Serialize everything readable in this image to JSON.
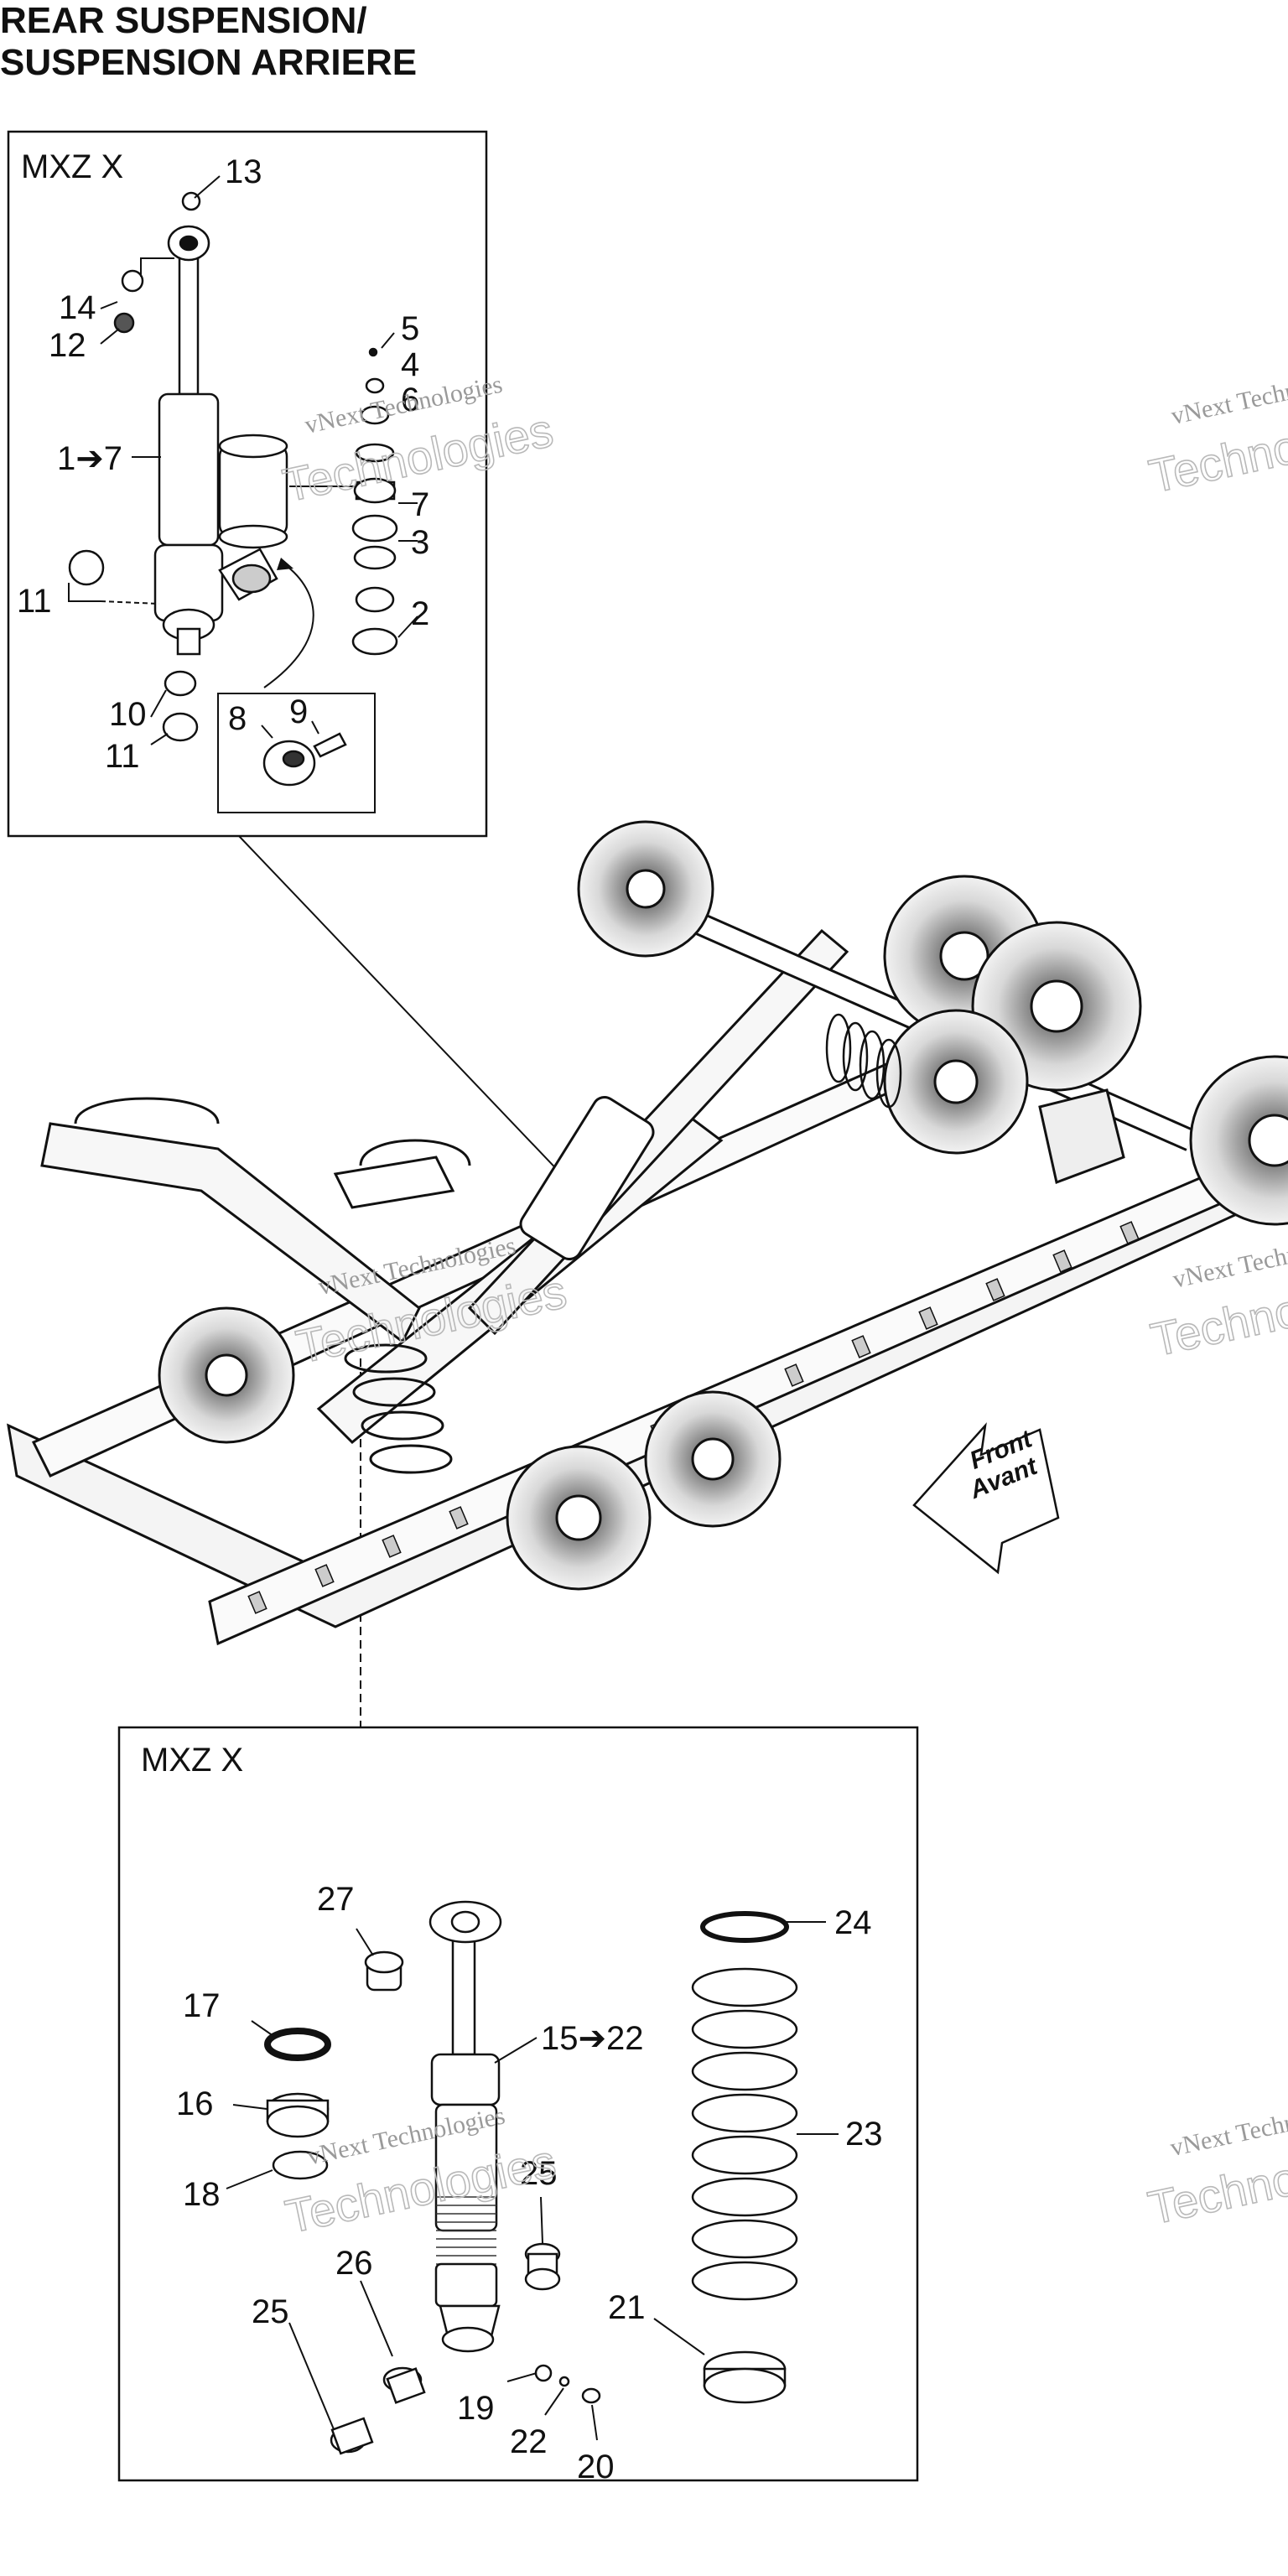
{
  "title": {
    "line1": "REAR SUSPENSION/",
    "line2": "SUSPENSION ARRIERE"
  },
  "top_box": {
    "model": "MXZ X",
    "callouts": [
      "13",
      "14",
      "12",
      "5",
      "4",
      "6",
      "1➔7",
      "7",
      "3",
      "11",
      "2",
      "10",
      "11",
      "8",
      "9"
    ]
  },
  "bottom_box": {
    "model": "MXZ  X",
    "callouts": [
      "27",
      "24",
      "17",
      "15➔22",
      "16",
      "23",
      "18",
      "25",
      "26",
      "21",
      "25",
      "19",
      "22",
      "20"
    ]
  },
  "direction_arrow": {
    "line1": "Front",
    "line2": "Avant"
  },
  "watermark": {
    "line1": "vNext Technologies",
    "line2": "Technologies"
  },
  "colors": {
    "ink": "#111111",
    "watermark": "#9a9a9a",
    "background": "#ffffff"
  }
}
